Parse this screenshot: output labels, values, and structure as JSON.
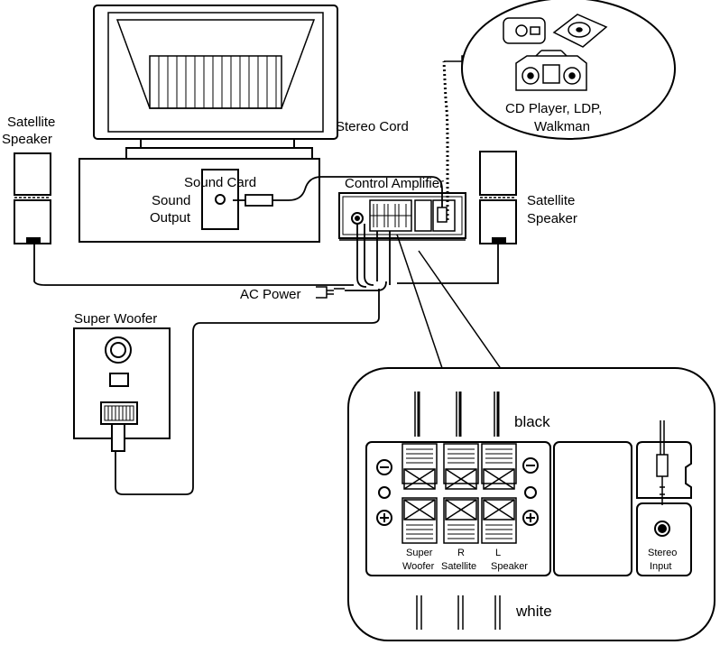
{
  "labels": {
    "satellite_speaker_left_1": "Satellite",
    "satellite_speaker_left_2": "Speaker",
    "satellite_speaker_right_1": "Satellite",
    "satellite_speaker_right_2": "Speaker",
    "sound_card": "Sound Card",
    "sound_output_1": "Sound",
    "sound_output_2": "Output",
    "stereo_cord": "Stereo Cord",
    "control_amplifier": "Control Amplifier",
    "cd_player_1": "CD Player, LDP,",
    "cd_player_2": "Walkman",
    "ac_power": "AC Power",
    "super_woofer": "Super Woofer",
    "black": "black",
    "white": "white",
    "terminal_super": "Super",
    "terminal_woofer": "Woofer",
    "terminal_r": "R",
    "terminal_satellite": "Satellite",
    "terminal_l": "L",
    "terminal_speaker": "Speaker",
    "stereo_input_1": "Stereo",
    "stereo_input_2": "Input"
  },
  "colors": {
    "line": "#000000",
    "background": "#ffffff"
  }
}
